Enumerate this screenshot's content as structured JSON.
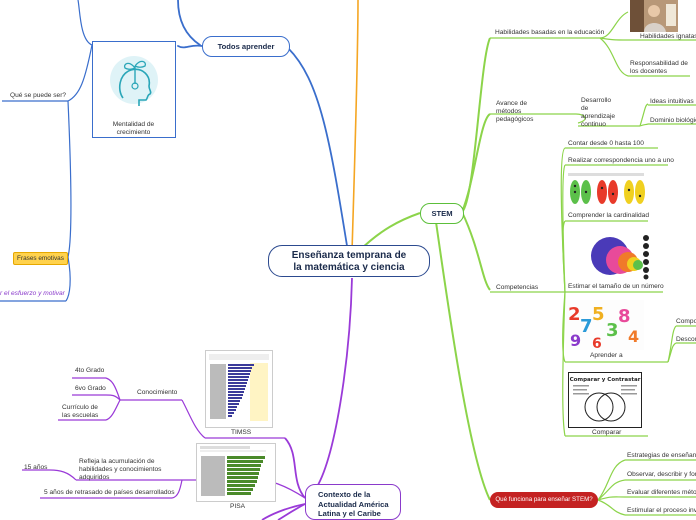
{
  "central": {
    "line1": "Enseñanza temprana de",
    "line2": "la matemática y ciencia"
  },
  "branches": {
    "todos_aprender": "Todos aprender",
    "stem": "STEM",
    "contexto": {
      "line1": "Contexto de la",
      "line2": "Actualidad América",
      "line3": "Latina y el Caribe"
    }
  },
  "left_side": {
    "que_puede_ser": "Qué se puede ser?",
    "mentalidad": {
      "line1": "Mentalidad de",
      "line2": "crecimiento"
    },
    "frases_emotivas": "Frases emotivas",
    "esfuerzo": "r el esfuerzo y motivar",
    "conocimiento": "Conocimiento",
    "cuarto_grado": "4to Grado",
    "sexto_grado": "6vo Grado",
    "curriculo": {
      "line1": "Currículo de",
      "line2": "las escuelas"
    },
    "timss": "TIMSS",
    "pisa": "PISA",
    "refleja": {
      "line1": "Refleja la acumulación de",
      "line2": "habilidades y conocimientos",
      "line3": "adquiridos"
    },
    "quince_anos": "15 años",
    "retrasado": "5 años de retrasado de países desarrollados"
  },
  "right_side": {
    "habilidades_basadas": "Habilidades basadas en la educación",
    "habilidades_ignatas": "Habilidades ignatas",
    "responsabilidad": {
      "line1": "Responsabilidad de",
      "line2": "los docentes"
    },
    "avance": {
      "line1": "Avance de",
      "line2": "métodos",
      "line3": "pedagógicos"
    },
    "desarrollo": {
      "line1": "Desarrollo",
      "line2": "de",
      "line3": "aprendizaje",
      "line4": "continuo"
    },
    "ideas_intuitivas": "Ideas intuitivas",
    "dominio": "Dominio biológic",
    "contar": "Contar desde 0 hasta 100",
    "correspondencia": "Realizar correspondencia uno a uno",
    "cardinalidad": "Comprender la cardinalidad",
    "tamano": "Estimar el tamaño de un número",
    "competencias": "Competencias",
    "aprender_a": "Aprender a",
    "compo": "Compo",
    "descom": "Descom",
    "comparar": "Comparar",
    "comparar_title": "Comparar y Contrastar",
    "que_funciona": "Qué funciona para enseñar STEM?",
    "estrategias": "Estrategias de enseñanza",
    "observar": "Observar, describir y form",
    "evaluar": "Evaluar diferentes método",
    "estimular": "Estimular el proceso inve"
  },
  "icons": {
    "growth": "head-plant-icon",
    "teacher": "teacher-photo",
    "cardinality": "cardinality-dots-image",
    "spheres": "spheres-abacus-image",
    "numbers": "colorful-numbers-image",
    "venn": "venn-diagram-image",
    "timss_chart": "timss-bar-chart-image",
    "pisa_chart": "pisa-bar-chart-image"
  },
  "colors": {
    "blue": "#3a6ecc",
    "green": "#8cd44a",
    "purple": "#9a3ad8",
    "orange": "#f5a623",
    "central_border": "#2c4a8f"
  }
}
